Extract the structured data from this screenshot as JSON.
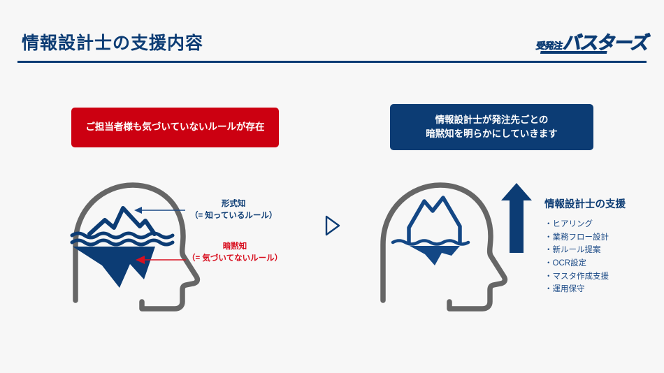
{
  "header": {
    "title": "情報設計士の支援内容",
    "logo": {
      "prefix": "受発注",
      "main": "バスターズ"
    }
  },
  "banners": {
    "problem": {
      "text": "ご担当者様も気づいていないルールが存在",
      "color": "#cc0011"
    },
    "solution": {
      "line1": "情報設計士が発注先ごとの",
      "line2": "暗黙知を明らかにしていきます",
      "color": "#0c3c74"
    }
  },
  "diagram": {
    "left_head": {
      "name": "head-with-iceberg-before",
      "outline_color": "#666666",
      "iceberg_color": "#0c3c74"
    },
    "right_head": {
      "name": "head-with-iceberg-after",
      "outline_color": "#666666",
      "iceberg_color": "#0c3c74"
    },
    "transition_arrow": "▷",
    "labels": {
      "explicit": {
        "line1": "形式知",
        "line2": "（= 知っているルール）",
        "color": "#0c3c74"
      },
      "tacit": {
        "line1": "暗黙知",
        "line2": "（= 気づいてないルール）",
        "color": "#d81020"
      }
    }
  },
  "support": {
    "title": "情報設計士の支援",
    "items": [
      "・ヒアリング",
      "・業務フロー設計",
      "・新ルール提案",
      "・OCR設定",
      "・マスタ作成支援",
      "・運用保守"
    ],
    "arrow_color": "#0c3c74"
  },
  "theme": {
    "background": "#f7f7f7",
    "navy": "#0c3c74",
    "red": "#cc0011",
    "gray": "#666666"
  }
}
